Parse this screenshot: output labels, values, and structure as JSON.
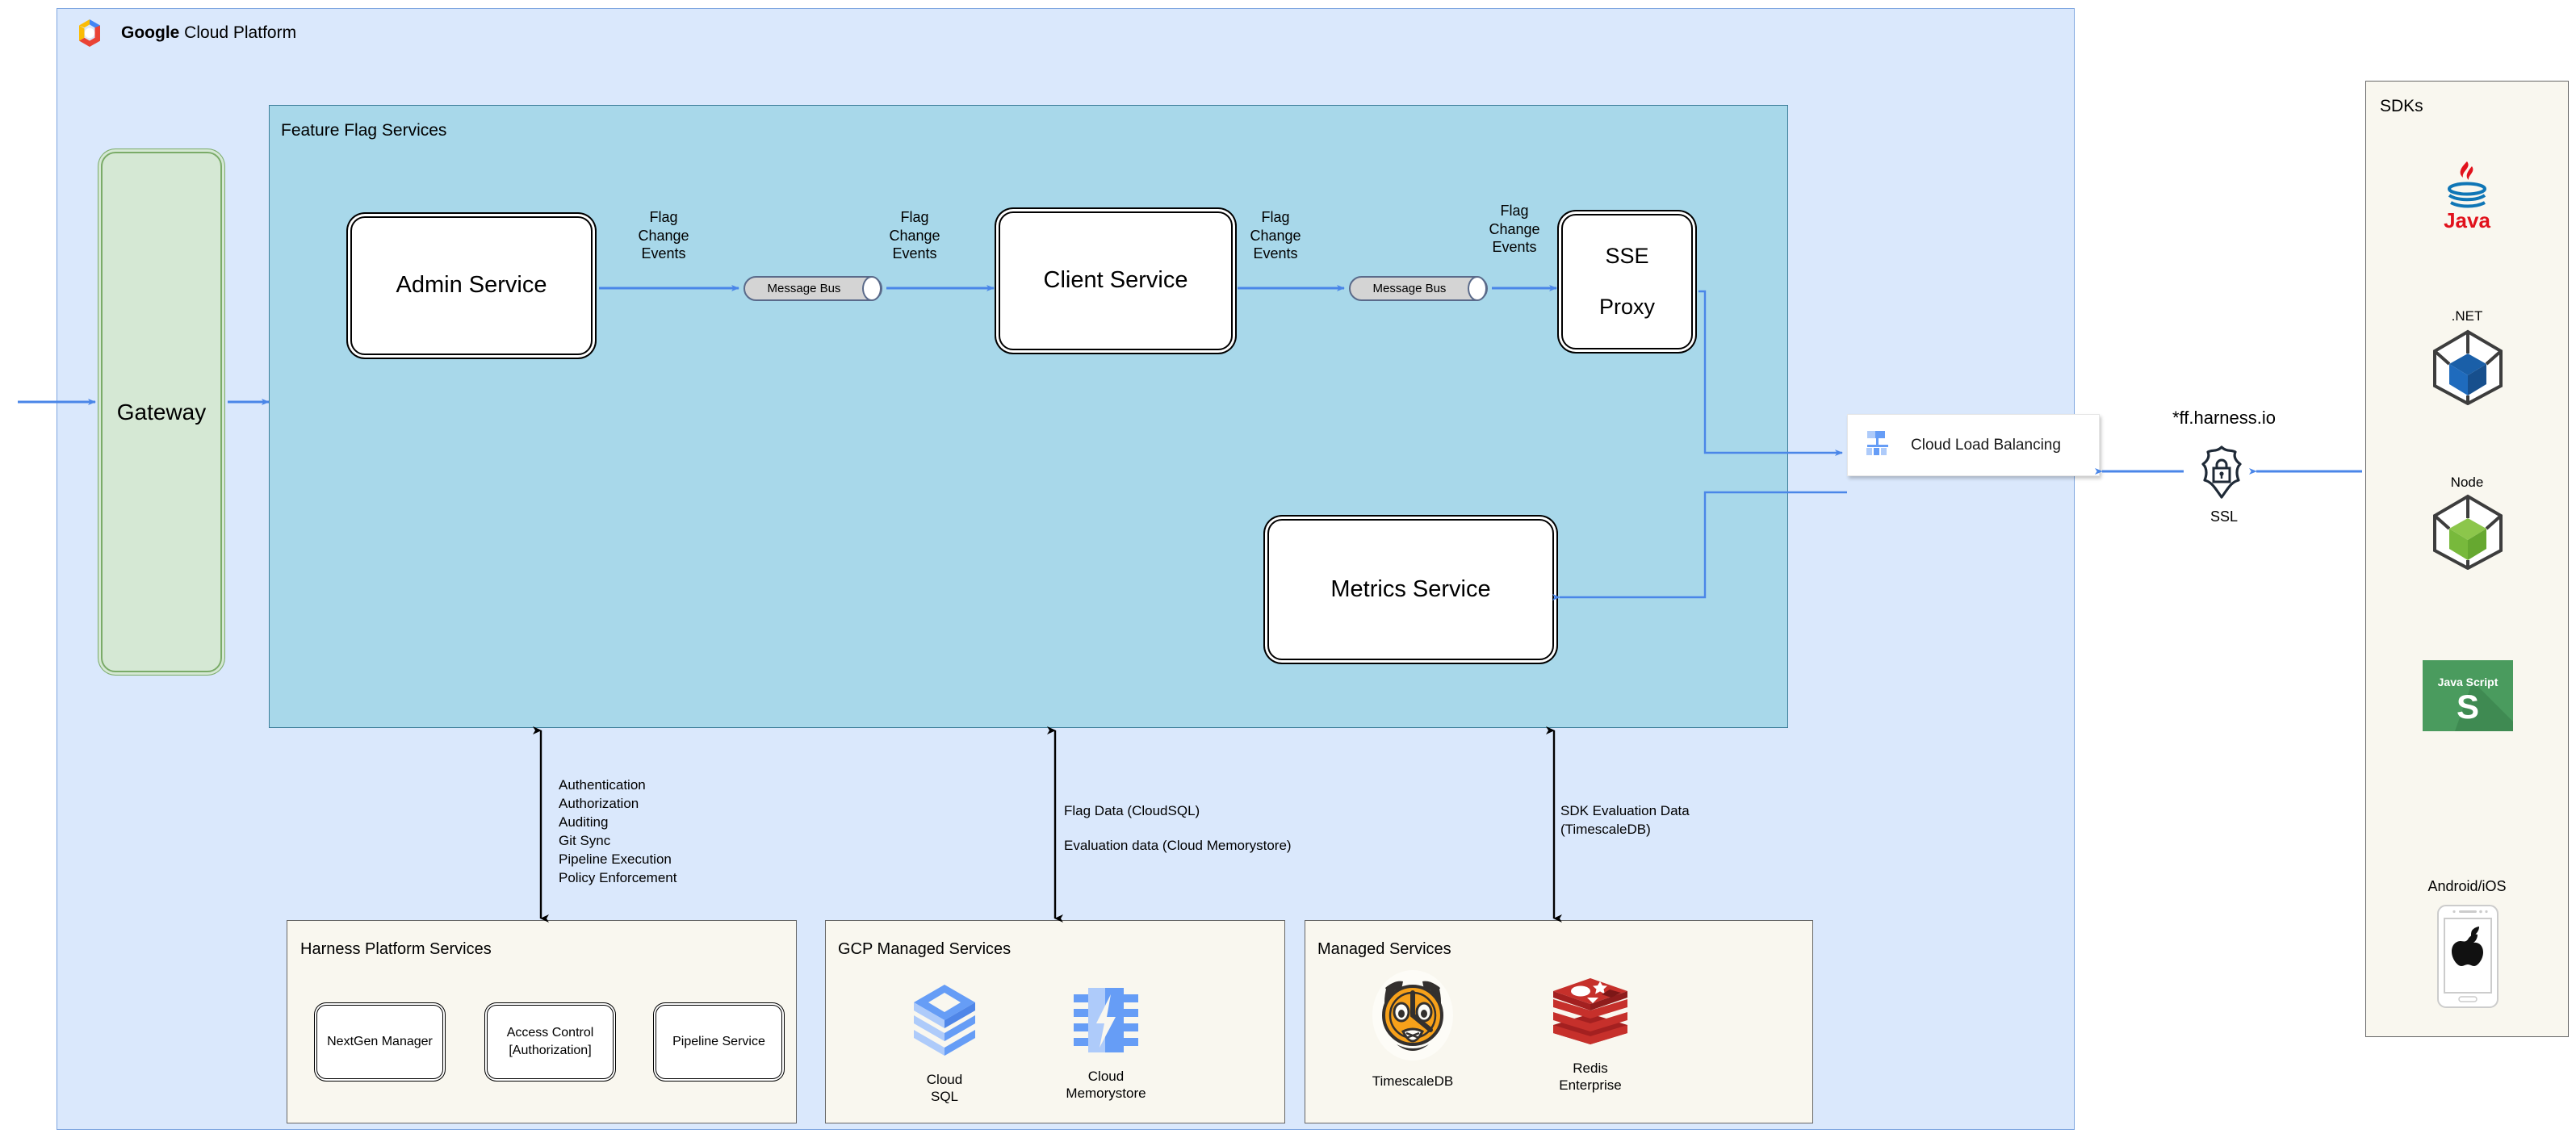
{
  "gcp": {
    "title_bold": "Google",
    "title_rest": " Cloud Platform",
    "logo_icon": "google-cloud-logo"
  },
  "feature_flag_services": {
    "title": "Feature Flag Services",
    "gateway": {
      "label": "Gateway"
    },
    "services": [
      {
        "id": "admin",
        "label": "Admin Service"
      },
      {
        "id": "client",
        "label": "Client Service"
      },
      {
        "id": "sse",
        "label": "SSE\nProxy",
        "line1": "SSE",
        "line2": "Proxy"
      },
      {
        "id": "metrics",
        "label": "Metrics Service"
      }
    ],
    "message_buses": [
      {
        "label": "Message Bus"
      },
      {
        "label": "Message Bus"
      }
    ],
    "edge_labels": [
      {
        "line1": "Flag",
        "line2": "Change",
        "line3": "Events"
      },
      {
        "line1": "Flag",
        "line2": "Change",
        "line3": "Events"
      },
      {
        "line1": "Flag",
        "line2": "Change",
        "line3": "Events"
      },
      {
        "line1": "Flag",
        "line2": "Change",
        "line3": "Events"
      }
    ]
  },
  "load_balancer": {
    "label": "Cloud Load Balancing",
    "icon": "cloud-load-balancing-icon"
  },
  "ingress": {
    "domain": "*ff.harness.io",
    "ssl_label": "SSL",
    "ssl_icon": "shield-lock-icon"
  },
  "sdks": {
    "title": "SDKs",
    "items": [
      {
        "name": "Java",
        "caption": "",
        "icon": "java-logo",
        "caption_position": "none"
      },
      {
        "name": ".NET",
        "caption": ".NET",
        "icon": "dotnet-cube-icon",
        "caption_position": "above"
      },
      {
        "name": "Node",
        "caption": "Node",
        "icon": "node-cube-icon",
        "caption_position": "above"
      },
      {
        "name": "JavaScript",
        "caption": "",
        "icon": "javascript-logo",
        "caption_position": "none",
        "logo_text_line1": "Java Script",
        "logo_text_line2": "S"
      },
      {
        "name": "Android/iOS",
        "caption": "Android/iOS",
        "icon": "mobile-apple-icon",
        "caption_position": "above"
      }
    ]
  },
  "notes": {
    "harness_platform": [
      "Authentication",
      "Authorization",
      "Auditing",
      "Git Sync",
      "Pipeline Execution",
      "Policy Enforcement"
    ],
    "gcp_data": [
      "Flag Data (CloudSQL)",
      "Evaluation data (Cloud Memorystore)"
    ],
    "managed_data": [
      "SDK Evaluation Data",
      "(TimescaleDB)"
    ]
  },
  "bottom_panels": [
    {
      "id": "harness-platform-services",
      "title": "Harness Platform Services",
      "kind": "services",
      "items": [
        {
          "line1": "NextGen Manager",
          "line2": ""
        },
        {
          "line1": "Access Control",
          "line2": "[Authorization]"
        },
        {
          "line1": "Pipeline Service",
          "line2": ""
        }
      ]
    },
    {
      "id": "gcp-managed-services",
      "title": "GCP Managed Services",
      "kind": "databases",
      "items": [
        {
          "line1": "Cloud",
          "line2": "SQL",
          "icon": "cloud-sql-icon"
        },
        {
          "line1": "Cloud",
          "line2": "Memorystore",
          "icon": "cloud-memorystore-icon"
        }
      ]
    },
    {
      "id": "managed-services",
      "title": "Managed Services",
      "kind": "databases",
      "items": [
        {
          "line1": "TimescaleDB",
          "line2": "",
          "icon": "timescaledb-logo"
        },
        {
          "line1": "Redis",
          "line2": "Enterprise",
          "icon": "redis-logo"
        }
      ]
    }
  ],
  "colors": {
    "gcp_panel_bg": "#dae8fc",
    "gcp_panel_border": "#7ea6e0",
    "ffs_panel_bg": "#a8d8ea",
    "ffs_panel_border": "#3d7e9a",
    "sdk_panel_bg": "#f9f7ef",
    "gateway_bg": "#d5e8d4",
    "gateway_border": "#7aab68",
    "arrow_blue": "#4a86e8",
    "arrow_black": "#000000",
    "message_bus_bg": "#d4d4d4"
  }
}
